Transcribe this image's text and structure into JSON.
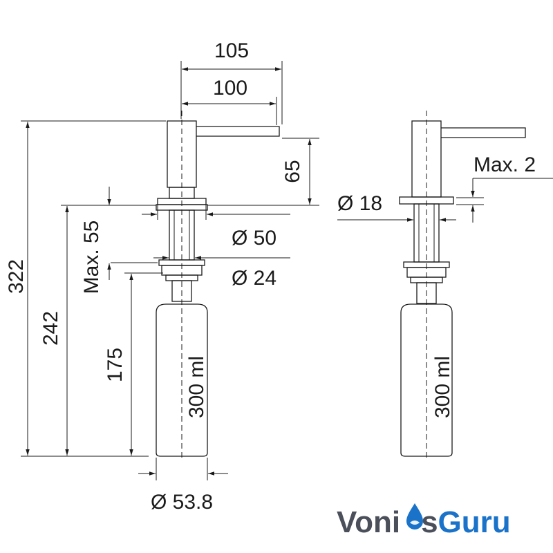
{
  "dimensions": {
    "width_total": "105",
    "width_spout": "100",
    "spout_height": "65",
    "height_total": "322",
    "height_242": "242",
    "max_thickness": "Max. 55",
    "height_175": "175",
    "flange_diameter": "Ø 50",
    "hole_diameter": "Ø 24",
    "bottle_diameter": "Ø 53.8",
    "bottle_volume_left": "300 ml",
    "neck_diameter": "Ø 18",
    "max_2": "Max. 2",
    "bottle_volume_right": "300 ml"
  },
  "logo": {
    "part1": "Voni",
    "part2": "s",
    "part3": "Guru",
    "color_dark": "#4a4f5a",
    "color_accent": "#1a73c9"
  }
}
